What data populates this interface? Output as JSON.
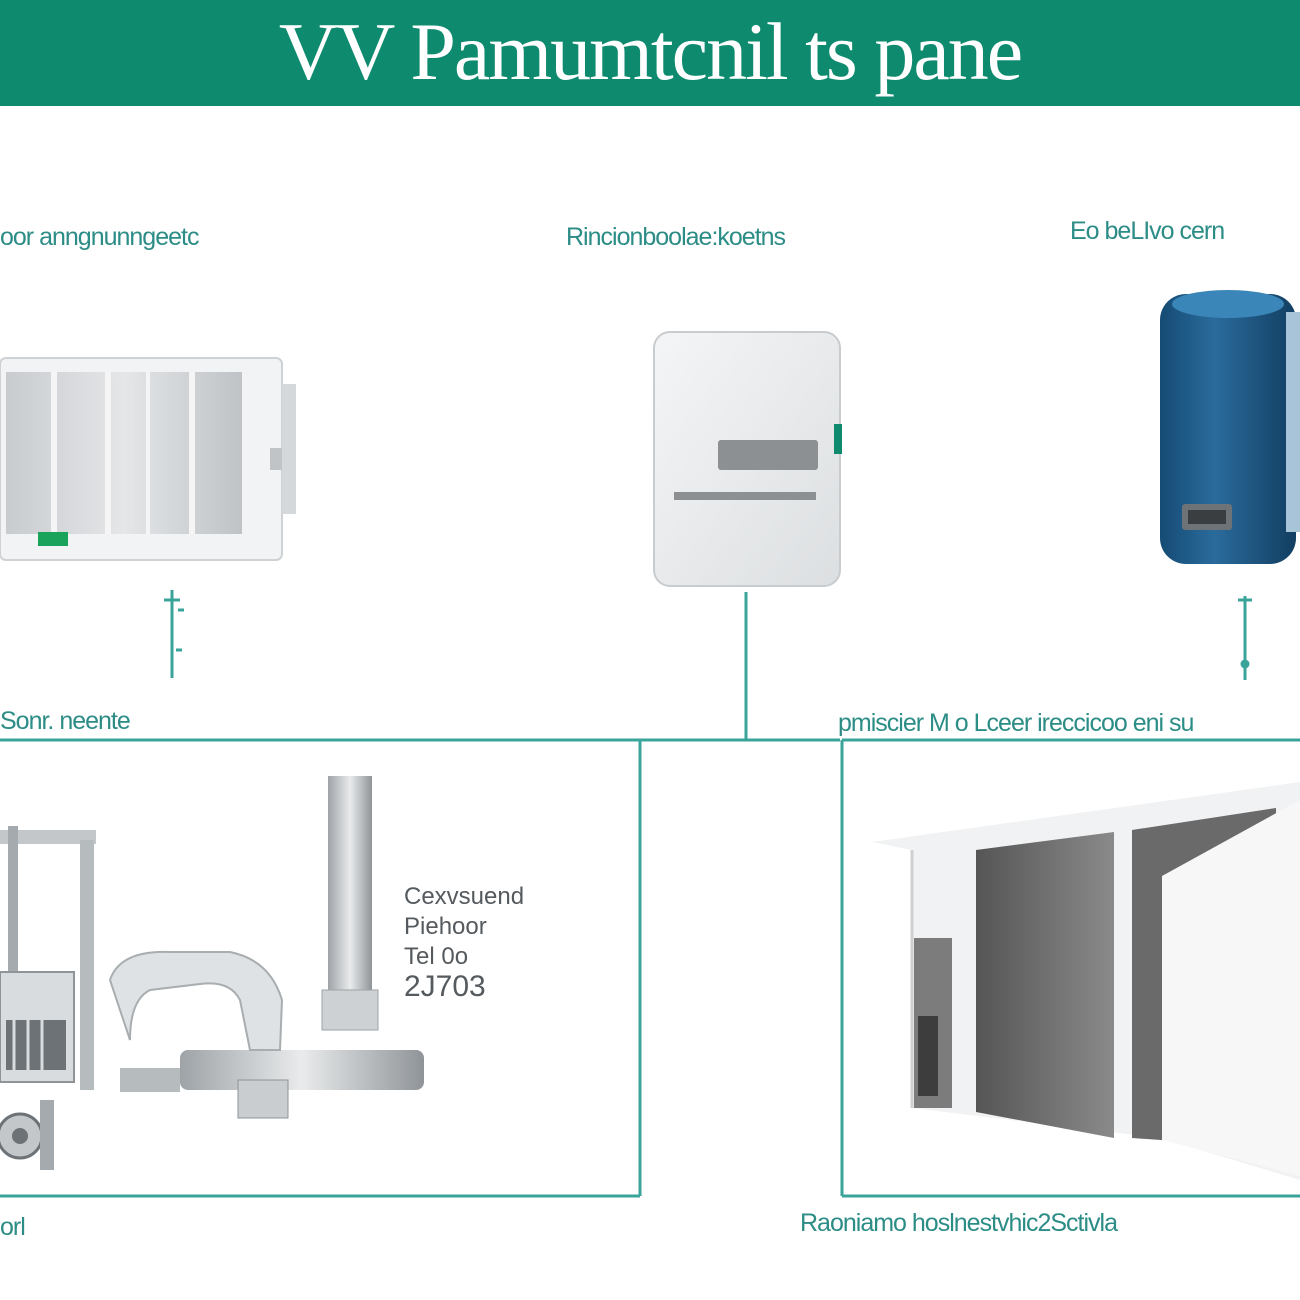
{
  "header": {
    "title": "VV Pamumtcnil ts pane"
  },
  "labels": {
    "top_left": "oor anngnunngeetc",
    "top_center": "Rincionboolae:koetns",
    "top_right": "Eo beLIvo cern",
    "mid_left": "Sonr. neente",
    "mid_right": "pmiscier M o Lceer ireccicoo eni su",
    "bottom_left": "orl",
    "bottom_right": "Raoniamo hoslnestvhic2Sctivla"
  },
  "spec": {
    "line1": "Cexvsuend",
    "line2": "Piehoor",
    "line3": "Tel 0o",
    "line4": "2J703"
  },
  "colors": {
    "banner": "#0e8a6e",
    "connector": "#3aa39a",
    "label": "#2c8c86",
    "pump_body": "#1f5c8a",
    "indicator": "#1aa35a"
  },
  "icons": [
    "air-handler-icon",
    "control-box-icon",
    "water-pump-icon",
    "plant-machinery-icon",
    "room-interior-icon"
  ]
}
